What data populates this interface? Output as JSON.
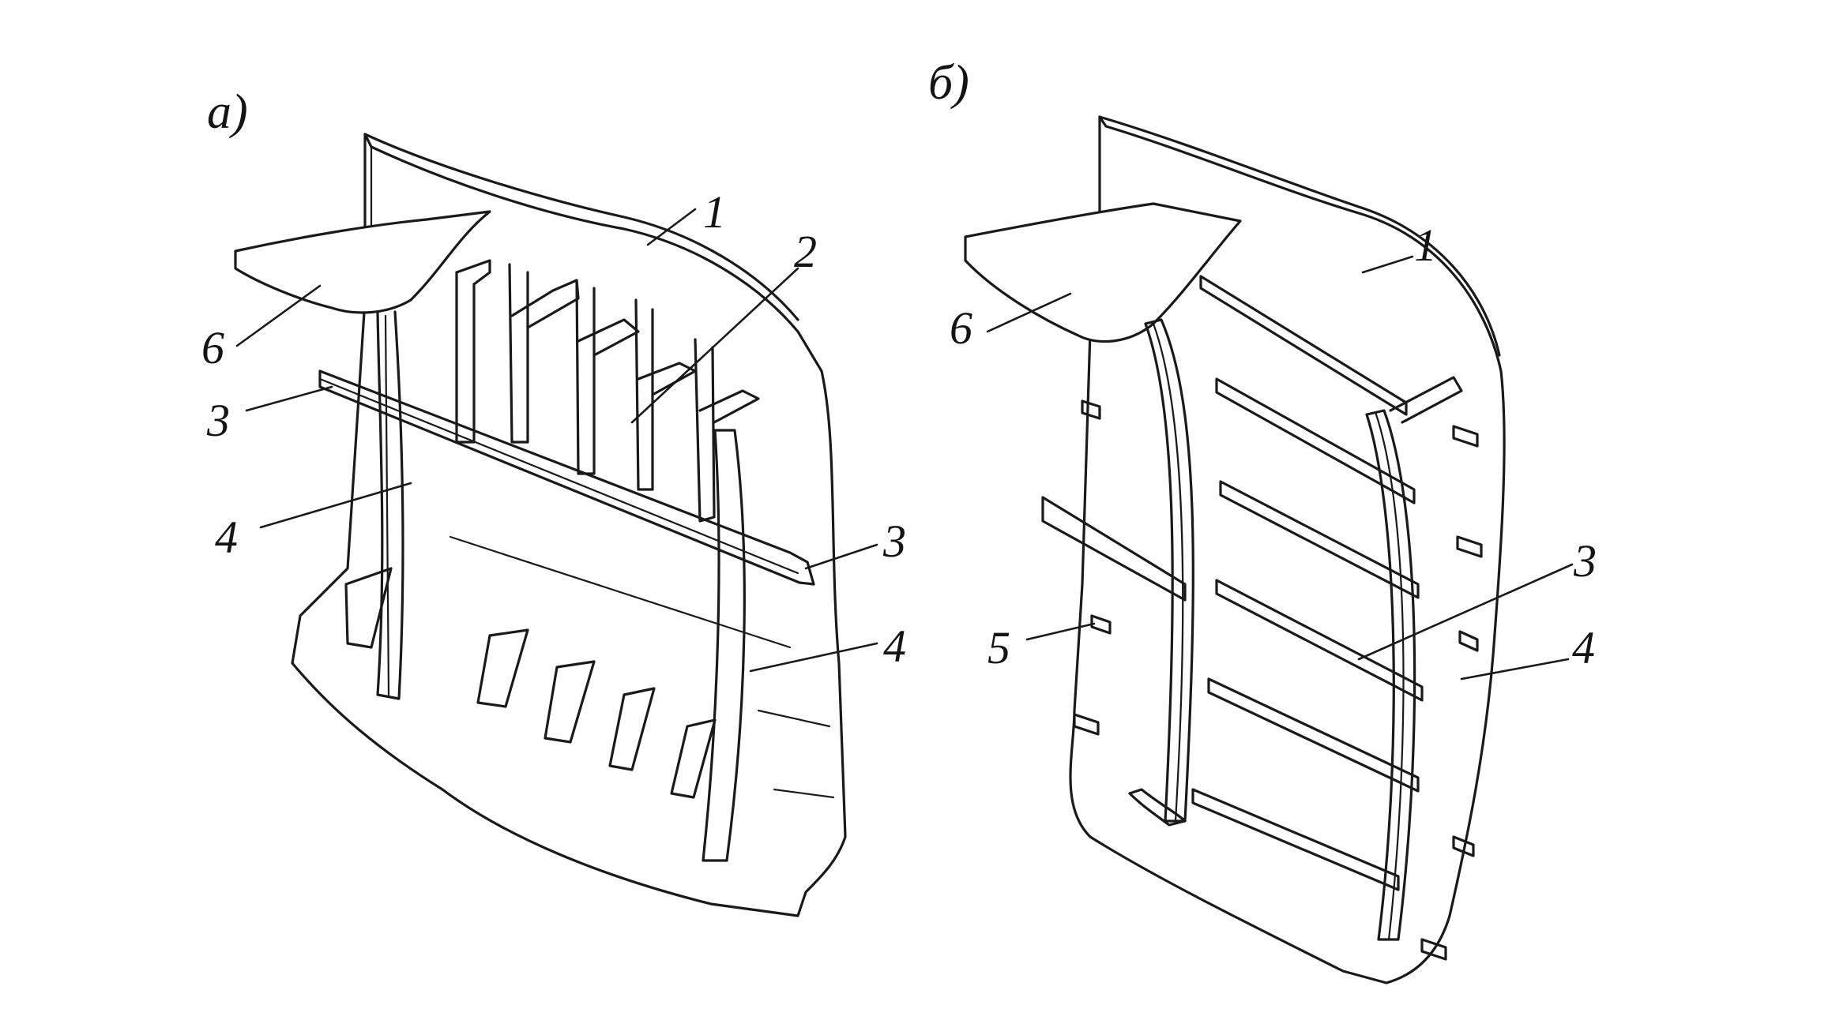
{
  "figure": {
    "panel_a": {
      "letter": "а)",
      "callouts": [
        "1",
        "2",
        "3",
        "3",
        "4",
        "4",
        "6"
      ]
    },
    "panel_b": {
      "letter": "б)",
      "callouts": [
        "1",
        "3",
        "4",
        "5",
        "6"
      ]
    }
  }
}
